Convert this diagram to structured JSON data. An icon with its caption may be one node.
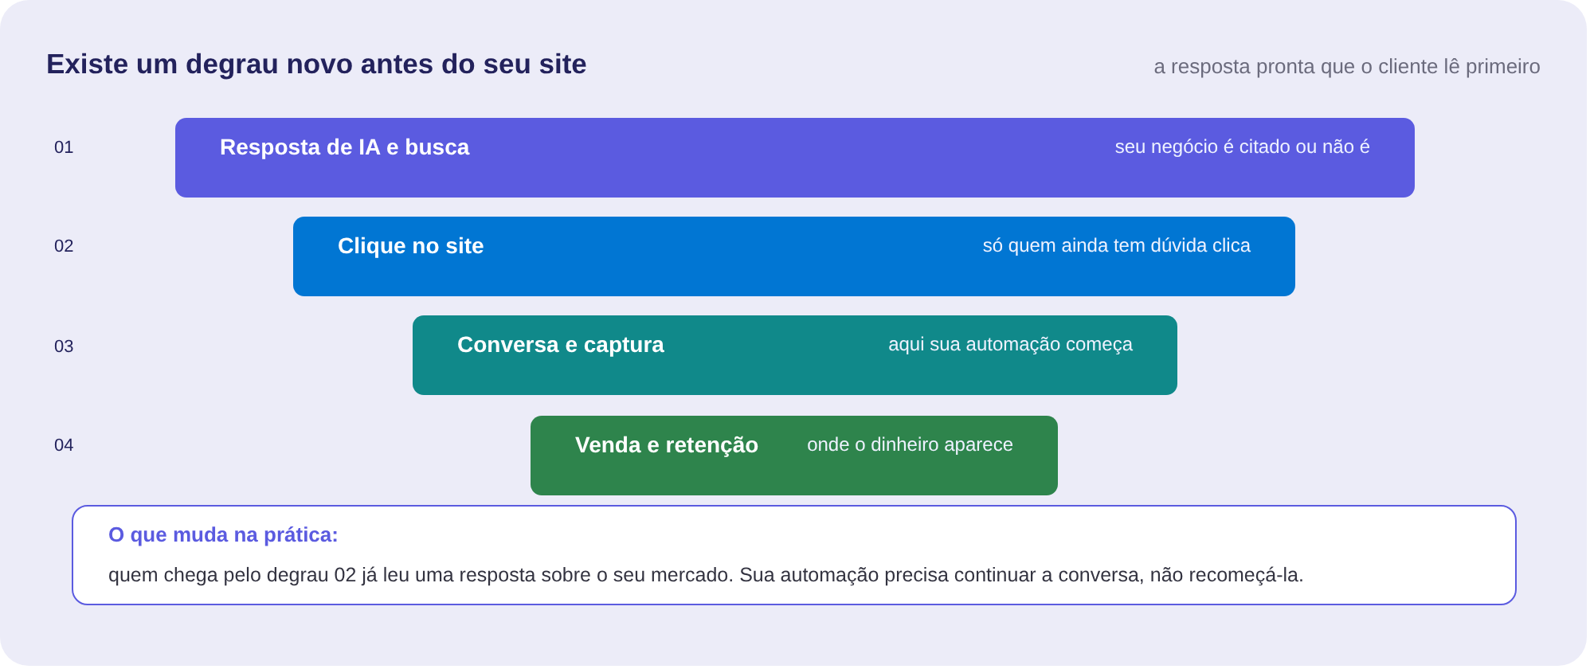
{
  "diagram": {
    "title": "Existe um degrau novo antes do seu site",
    "nodes": [
      {
        "text": [
          "Resposta de IA e busca",
          "seu negócio é citado ou não é"
        ]
      },
      {
        "text": [
          "Clique no site",
          "só quem ainda tem dúvida clica"
        ]
      },
      {
        "text": [
          "Conversa e captura",
          "aqui sua automação começa"
        ]
      },
      {
        "text": [
          "Venda e retenção",
          "onde o dinheiro aparece"
        ]
      },
      {
        "text": [
          "O que muda na prática:",
          "quem chega pelo degrau 02 já leu uma resposta sobre o seu mercado. Sua automação precisa continuar a conversa, não recomeçá-la."
        ]
      }
    ],
    "labels": [
      "a resposta pronta que o cliente lê primeiro",
      "01",
      "02",
      "03",
      "04"
    ]
  }
}
